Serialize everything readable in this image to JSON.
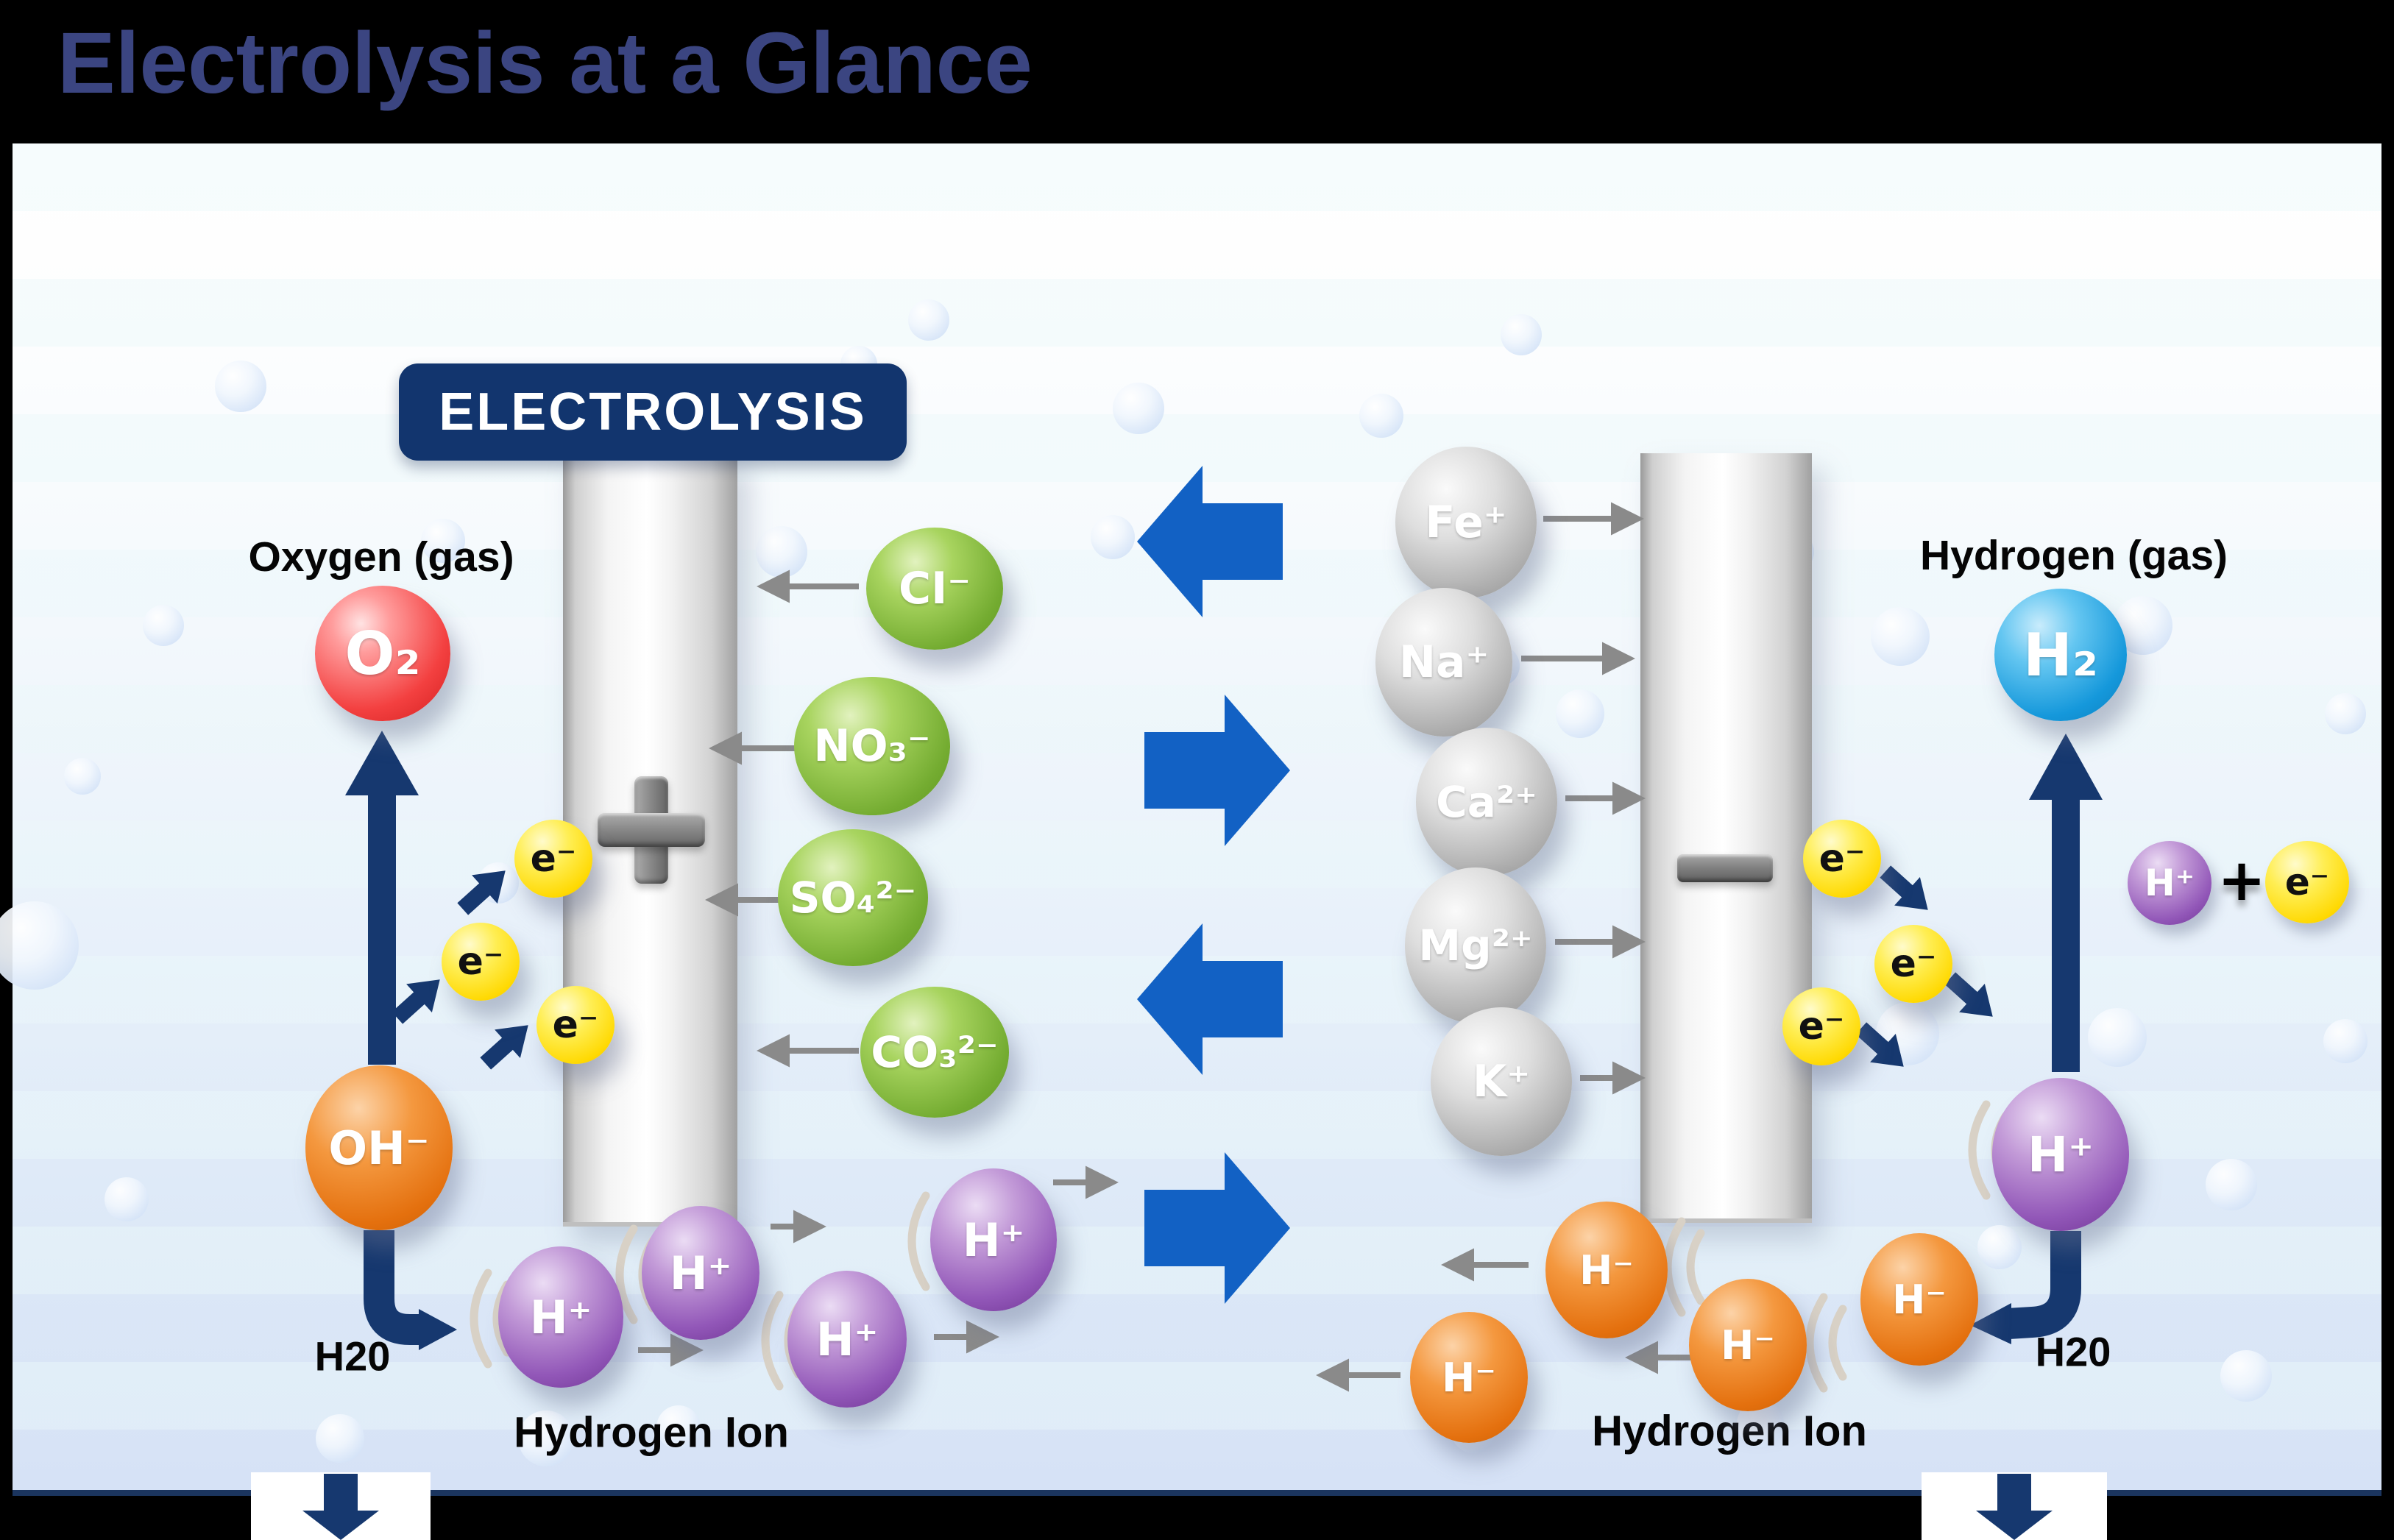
{
  "title": "Electrolysis at a Glance",
  "banner": {
    "label": "ELECTROLYSIS"
  },
  "left": {
    "gas_label": "Oxygen (gas)",
    "gas_molecule": "O₂",
    "hydroxide_ion": "OH⁻",
    "water_label": "H20",
    "hydrogen_ion_caption": "Hydrogen Ion",
    "electrode_sign": "+",
    "electrons": [
      {
        "label": "e⁻"
      },
      {
        "label": "e⁻"
      },
      {
        "label": "e⁻"
      }
    ],
    "hydrogen_ions": [
      {
        "label": "H⁺"
      },
      {
        "label": "H⁺"
      },
      {
        "label": "H⁺"
      },
      {
        "label": "H⁺"
      }
    ],
    "anions": [
      {
        "label": "CI⁻"
      },
      {
        "label": "NO₃⁻"
      },
      {
        "label": "SO₄²⁻"
      },
      {
        "label": "CO₃²⁻"
      }
    ]
  },
  "right": {
    "gas_label": "Hydrogen (gas)",
    "gas_molecule": "H₂",
    "water_label": "H20",
    "hydrogen_ion_caption": "Hydrogen Ion",
    "electrode_sign": "−",
    "cations": [
      {
        "label": "Fe⁺"
      },
      {
        "label": "Na⁺"
      },
      {
        "label": "Ca²⁺"
      },
      {
        "label": "Mg²⁺"
      },
      {
        "label": "K⁺"
      }
    ],
    "electrons": [
      {
        "label": "e⁻"
      },
      {
        "label": "e⁻"
      },
      {
        "label": "e⁻"
      }
    ],
    "hydride_ions": [
      {
        "label": "H⁻"
      },
      {
        "label": "H⁻"
      },
      {
        "label": "H⁻"
      },
      {
        "label": "H⁻"
      }
    ],
    "hydrogen_ion": {
      "label": "H⁺"
    },
    "reaction": {
      "ion": "H⁺",
      "operator": "+",
      "electron": "e⁻"
    }
  },
  "colors": {
    "background": "#000000",
    "title_text": "#3B4581",
    "canvas_top": "#FFFFFF",
    "canvas_bottom": "#D6E2F6",
    "banner_bg": "#12356E",
    "navy_arrow": "#16386F",
    "flow_arrow_blue": "#1261C4",
    "guide_arrow_gray": "#8A8A8A",
    "oxygen_red": "#EE3A3A",
    "hydrogen_blue": "#1193D6",
    "anion_green": "#6CA52C",
    "cation_gray": "#9B9B9B",
    "hydrogen_ion_purple": "#8C4FB0",
    "hydride_orange": "#E4700E",
    "electron_yellow": "#FFD902"
  }
}
